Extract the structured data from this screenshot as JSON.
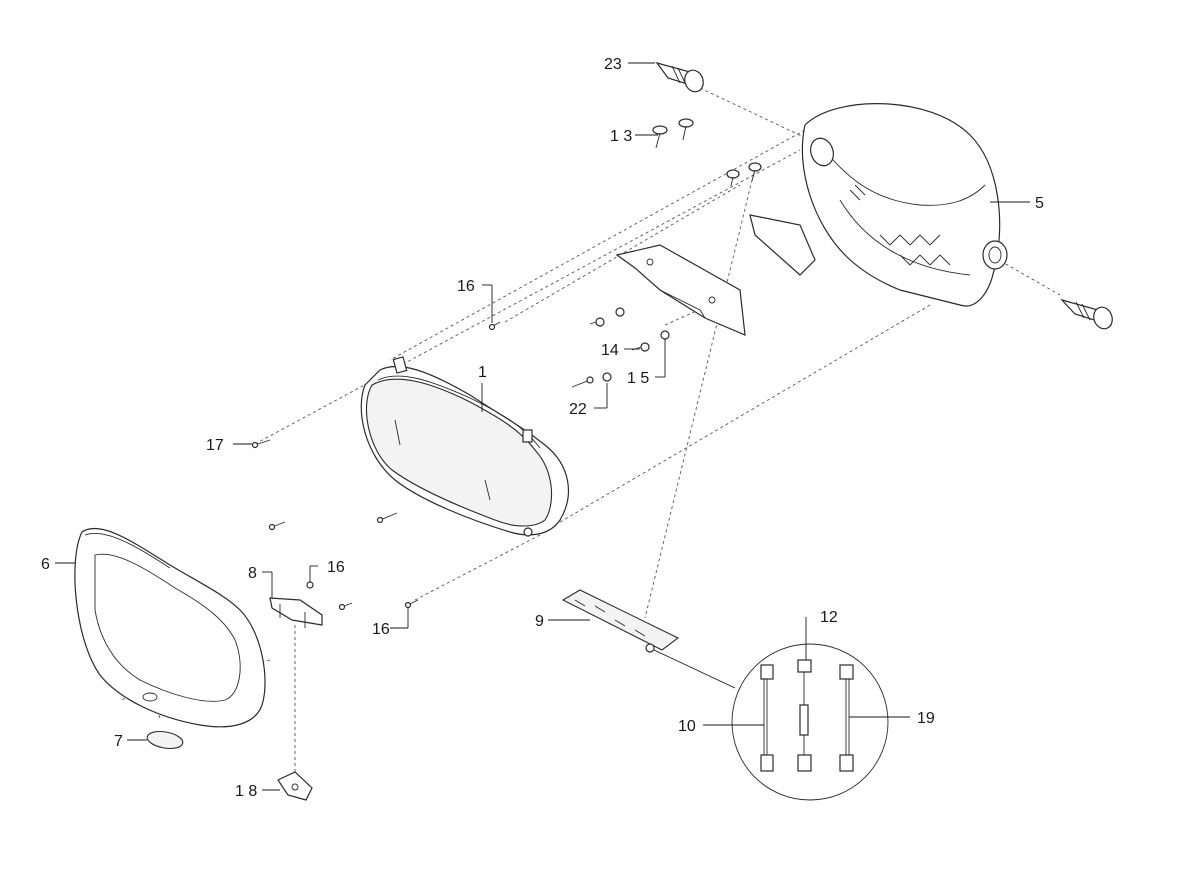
{
  "callouts": {
    "c1": "1",
    "c5": "5",
    "c6": "6",
    "c7": "7",
    "c8": "8",
    "c9": "9",
    "c10": "10",
    "c12": "12",
    "c13": "1 3",
    "c14": "14",
    "c15": "1 5",
    "c16a": "16",
    "c16b": "16",
    "c16c": "16",
    "c17": "17",
    "c18": "1 8",
    "c19": "19",
    "c22": "22",
    "c23": "23"
  }
}
